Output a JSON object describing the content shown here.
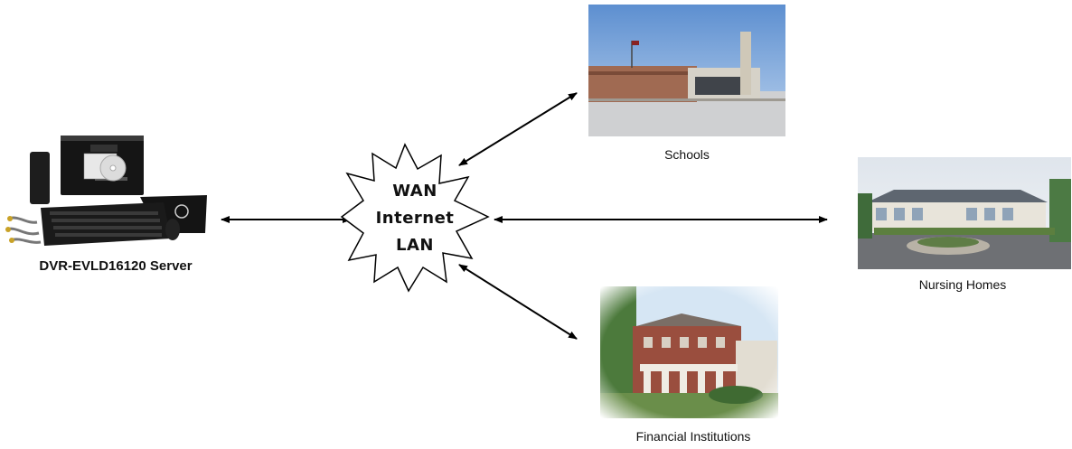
{
  "diagram": {
    "center": {
      "lines": [
        "WAN",
        "Internet",
        "LAN"
      ]
    },
    "nodes": {
      "server": {
        "label": "DVR-EVLD16120 Server",
        "icon": "dvr-server-icon"
      },
      "schools": {
        "label": "Schools",
        "icon": "school-building-photo"
      },
      "nursing_homes": {
        "label": "Nursing Homes",
        "icon": "nursing-home-building-photo"
      },
      "financial": {
        "label": "Financial Institutions",
        "icon": "bank-building-photo"
      }
    },
    "colors": {
      "arrow": "#000000",
      "cloud_fill": "#ffffff",
      "cloud_stroke": "#000000"
    }
  }
}
